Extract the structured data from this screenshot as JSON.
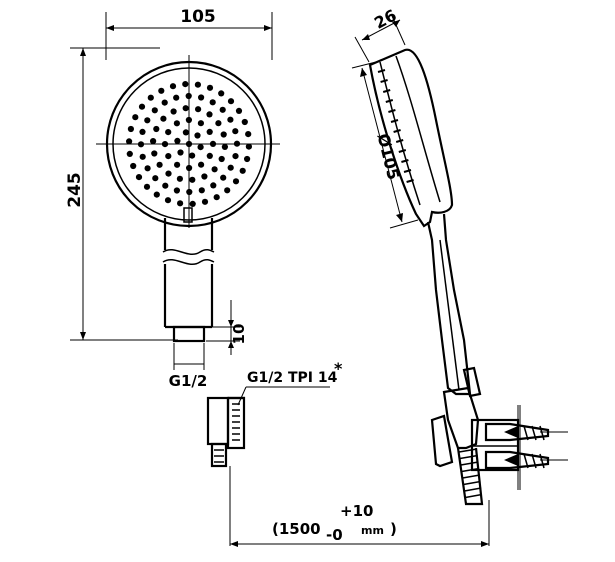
{
  "dimensions": {
    "head_width": "105",
    "head_thickness": "26",
    "head_diameter": "Ø105",
    "total_height": "245",
    "connector_height": "10",
    "handle_thread": "G1/2",
    "hose_thread": "G1/2 TPI 14",
    "hose_thread_note": "*",
    "hose_tolerance_plus": "+10",
    "hose_length_prefix": "(1500",
    "hose_tolerance_minus": "-0",
    "hose_unit": "mm",
    "hose_length_suffix": ")"
  },
  "colors": {
    "line": "#000000",
    "background": "#ffffff"
  }
}
